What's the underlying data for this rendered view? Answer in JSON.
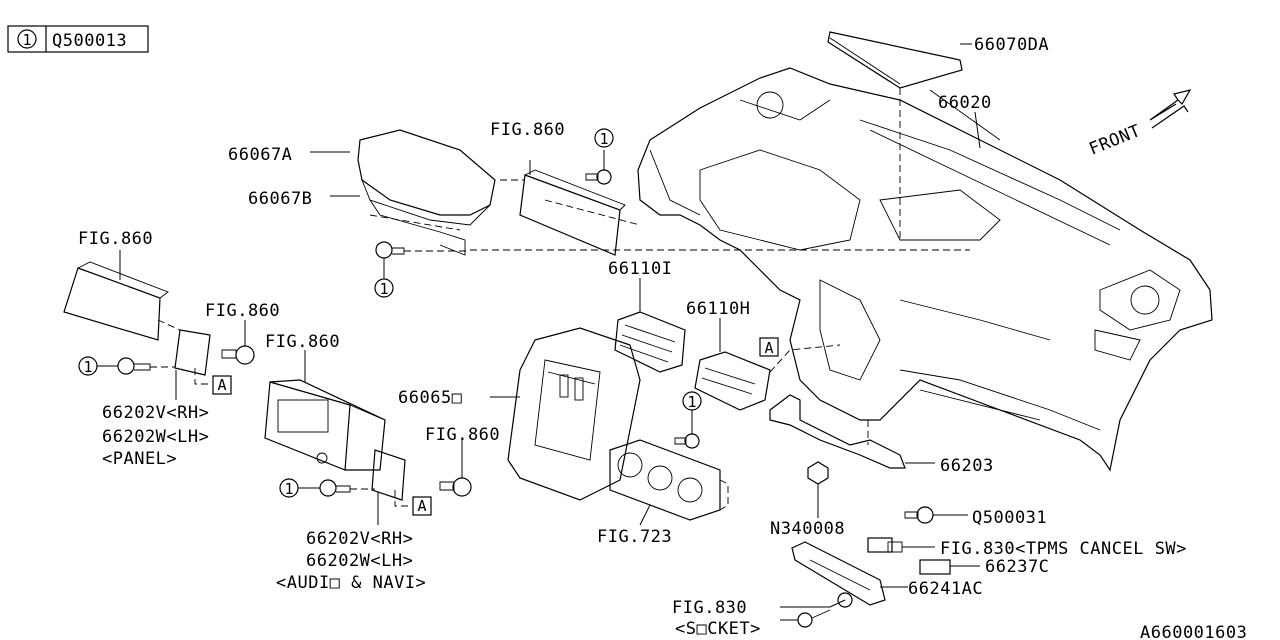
{
  "legend": {
    "ref_number": "1",
    "part_number": "Q500013"
  },
  "callout_ref": "1",
  "view_ref": "A",
  "labels": {
    "p66070DA": "66070DA",
    "p66020": "66020",
    "front": "FRONT",
    "p66067A": "66067A",
    "p66067B": "66067B",
    "fig860_top": "FIG.860",
    "fig860_left": "FIG.860",
    "fig860_left_bracket": "FIG.860",
    "fig860_audio": "FIG.860",
    "fig860_audio_bracket": "FIG.860",
    "p66110I": "66110I",
    "p66110H": "66110H",
    "p66065": "66065□",
    "p66202V_panel": "66202V<RH>",
    "p66202W_panel": "66202W<LH>",
    "panel": "<PANEL>",
    "p66202V_audio": "66202V<RH>",
    "p66202W_audio": "66202W<LH>",
    "audio_navi": "<AUDI□ & NAVI>",
    "fig723": "FIG.723",
    "p66203": "66203",
    "n340008": "N340008",
    "q500031": "Q500031",
    "fig830_tpms": "FIG.830<TPMS CANCEL SW>",
    "p66237C": "66237C",
    "p66241AC": "66241AC",
    "fig830_socket": "FIG.830",
    "socket": "<S□CKET>",
    "diagram_id": "A660001603"
  }
}
